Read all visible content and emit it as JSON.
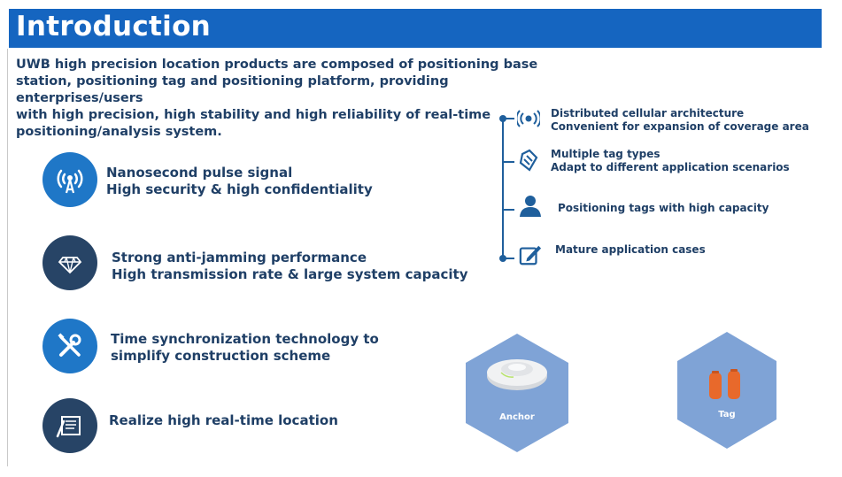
{
  "header": {
    "title": "Introduction"
  },
  "intro": {
    "lines": [
      "UWB high precision location products are composed of positioning base",
      "station, positioning tag and positioning platform, providing enterprises/users",
      "with high precision, high stability and high reliability of real-time",
      "positioning/analysis system."
    ]
  },
  "features": [
    {
      "icon": "antenna-signal-icon",
      "line1": "Nanosecond pulse signal",
      "line2": "High security & high confidentiality"
    },
    {
      "icon": "diamond-shield-icon",
      "line1": "Strong anti-jamming performance",
      "line2": "High transmission rate & large system capacity"
    },
    {
      "icon": "tools-icon",
      "line1": "Time synchronization technology to",
      "line2": "simplify construction scheme"
    },
    {
      "icon": "document-pen-icon",
      "line1": "Realize high real-time location",
      "line2": ""
    }
  ],
  "timeline": [
    {
      "icon": "broadcast-icon",
      "line1": "Distributed cellular architecture",
      "line2": "Convenient for expansion of coverage area"
    },
    {
      "icon": "tag-icon",
      "line1": "Multiple tag types",
      "line2": "Adapt to different application scenarios"
    },
    {
      "icon": "user-icon",
      "line1": "Positioning tags with high capacity",
      "line2": ""
    },
    {
      "icon": "edit-icon",
      "line1": "Mature application cases",
      "line2": ""
    }
  ],
  "products": [
    {
      "label": "Anchor"
    },
    {
      "label": "Tag"
    }
  ],
  "colors": {
    "header": "#1565c0",
    "text": "#1f3f66",
    "icon_blue": "#1f77c7",
    "icon_dark": "#274466",
    "hexagon": "#7fa3d6",
    "tag_orange": "#e8692b"
  }
}
